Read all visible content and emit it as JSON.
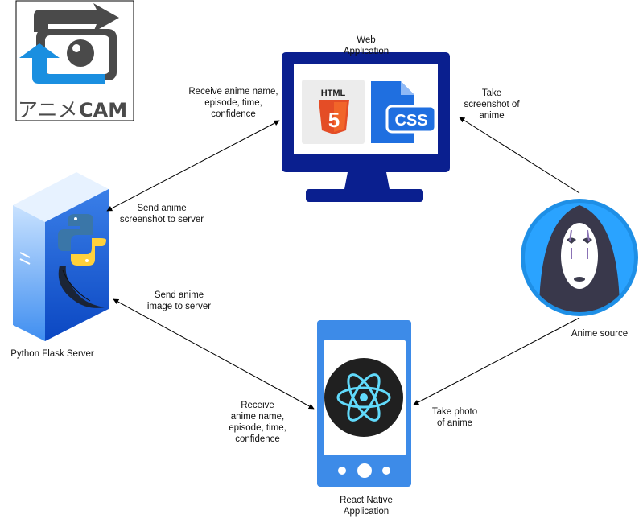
{
  "colors": {
    "monitor": "#0a1f8f",
    "screen_bg": "#ffffff",
    "phone": "#3d8be8",
    "phone_screen": "#ffffff",
    "react_bg": "#202020",
    "react_atom": "#61dafb",
    "server_light": "#b9d9ff",
    "server_dark": "#1a5fd6",
    "python_blue": "#3a76a8",
    "python_yellow": "#ffd13b",
    "html_orange": "#e44d26",
    "css_blue": "#1f6fe0",
    "avatar_ring": "#1e8fe6",
    "logo_gray": "#4a4a4a",
    "logo_blue": "#1a8fe0",
    "arrow": "#000000"
  },
  "logo": {
    "text_jp": "アニメ",
    "text_en": "CAM"
  },
  "nodes": {
    "web": {
      "title": "Web\nApplication",
      "html_badge": "HTML",
      "html_number": "5",
      "css_badge": "CSS"
    },
    "server": {
      "title": "Python Flask Server"
    },
    "mobile": {
      "title": "React Native\nApplication"
    },
    "source": {
      "title": "Anime source"
    }
  },
  "edges": {
    "server_to_web_receive": "Receive anime name,\nepisode, time,\nconfidence",
    "server_send_screenshot": "Send anime\nscreenshot to server",
    "web_take_screenshot": "Take\nscreenshot of\nanime",
    "server_send_image": "Send anime\nimage to server",
    "mobile_receive": "Receive\nanime name,\nepisode, time,\nconfidence",
    "mobile_take_photo": "Take photo\nof anime"
  },
  "icons": [
    "animecam-logo-icon",
    "monitor-icon",
    "html5-icon",
    "css-file-icon",
    "server-tower-icon",
    "python-logo-icon",
    "flask-horn-icon",
    "smartphone-icon",
    "react-atom-icon",
    "no-face-avatar-icon",
    "arrow-icon"
  ]
}
